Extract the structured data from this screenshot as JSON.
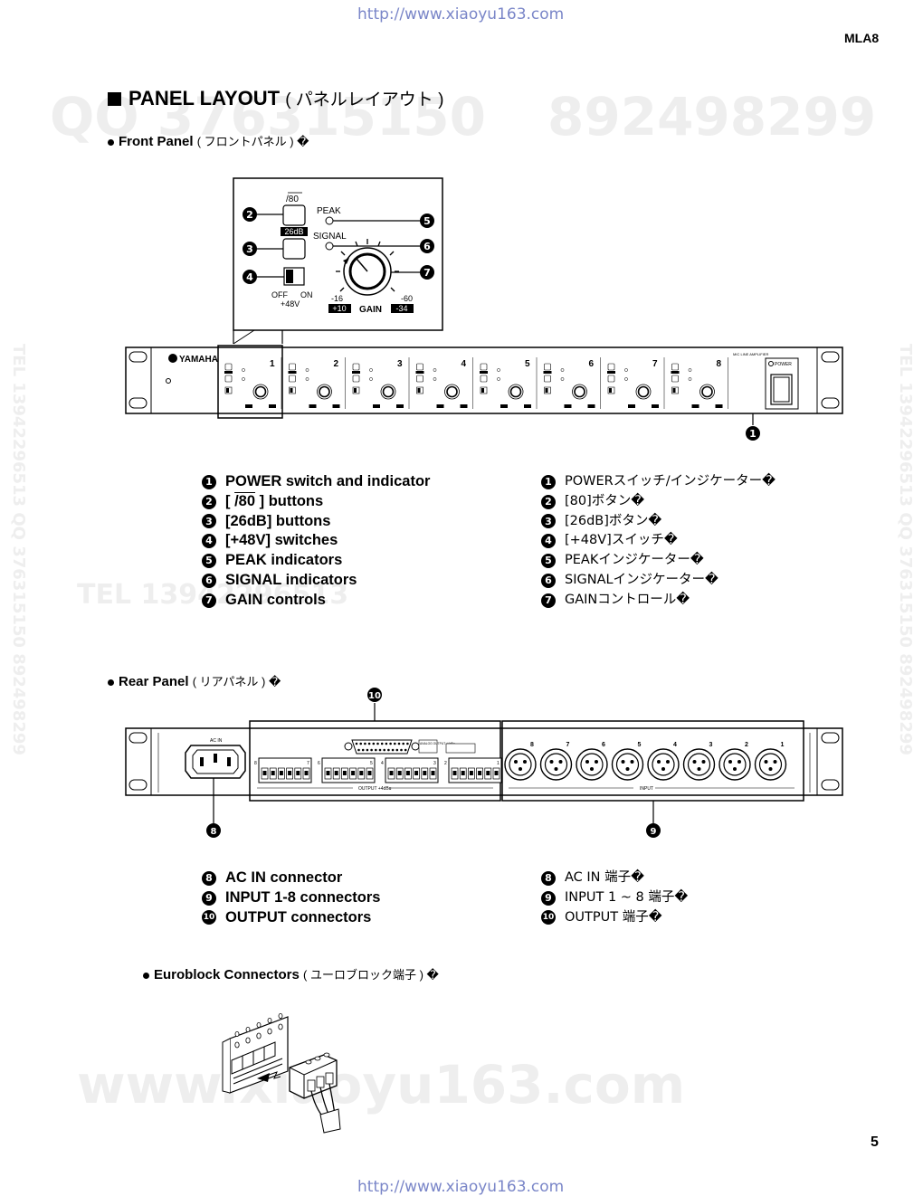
{
  "header": {
    "url": "http://www.xiaoyu163.com",
    "model": "MLA8"
  },
  "footer": {
    "url": "http://www.xiaoyu163.com",
    "page": "5"
  },
  "title": {
    "en": "PANEL LAYOUT",
    "jp": "( パネルレイアウト )"
  },
  "front_panel": {
    "heading": "Front Panel",
    "heading_jp": "( フロントパネル ) �",
    "detail": {
      "slash80": "/80",
      "db26": "26dB",
      "peak": "PEAK",
      "signal": "SIGNAL",
      "off": "OFF",
      "on": "ON",
      "v48": "+48V",
      "m16": "-16",
      "m60": "-60",
      "p10": "+10",
      "gain": "GAIN",
      "m34": "-34"
    },
    "device": {
      "brand": "YAMAHA",
      "channels": [
        "1",
        "2",
        "3",
        "4",
        "5",
        "6",
        "7",
        "8"
      ],
      "model_label": "MIC LINE AMPLIFIER",
      "power": "POWER"
    },
    "callouts": {
      "power": "1",
      "btn80": "2",
      "btn26": "3",
      "sw48": "4",
      "peak": "5",
      "signal": "6",
      "gain": "7"
    }
  },
  "front_list": [
    {
      "num": "1",
      "en": "POWER switch and indicator",
      "jp": "POWERスイッチ/インジケーター�"
    },
    {
      "num": "2",
      "en_pre": "[ ",
      "en_over": "/80",
      "en_post": " ] buttons",
      "jp": "[80]ボタン�"
    },
    {
      "num": "3",
      "en": "[26dB] buttons",
      "jp": "[26dB]ボタン�"
    },
    {
      "num": "4",
      "en": "[+48V] switches",
      "jp": "[+48V]スイッチ�"
    },
    {
      "num": "5",
      "en": "PEAK indicators",
      "jp": "PEAKインジケーター�"
    },
    {
      "num": "6",
      "en": "SIGNAL indicators",
      "jp": "SIGNALインジケーター�"
    },
    {
      "num": "7",
      "en": "GAIN controls",
      "jp": "GAINコントロール�"
    }
  ],
  "rear_panel": {
    "heading": "Rear Panel",
    "heading_jp": "( リアパネル ) �",
    "ac_in": "AC IN",
    "output_label": "OUTPUT +4dBu",
    "input_label": "INPUT",
    "analog": "ANALOG OUTPUT +4dBu",
    "out_nums": [
      "8",
      "7",
      "6",
      "5",
      "4",
      "3",
      "2",
      "1"
    ],
    "xlr_nums": [
      "8",
      "7",
      "6",
      "5",
      "4",
      "3",
      "2",
      "1"
    ],
    "callouts": {
      "ac": "8",
      "input": "9",
      "output": "10"
    }
  },
  "rear_list": [
    {
      "num": "8",
      "en": "AC IN connector",
      "jp": "AC IN 端子�"
    },
    {
      "num": "9",
      "en": "INPUT 1-8 connectors",
      "jp": "INPUT 1 ~ 8 端子�"
    },
    {
      "num": "10",
      "en": "OUTPUT connectors",
      "jp": "OUTPUT 端子�"
    }
  ],
  "euroblock": {
    "heading": "Euroblock Connectors",
    "heading_jp": "( ユーロブロック端子 ) �"
  },
  "watermarks": {
    "qq": "QQ 376315150",
    "qq2": "892498299",
    "tel": "TEL 13942296513",
    "www": "www.xiaoyu163.com",
    "side": "TEL 13942296513  QQ 376315150  892498299"
  }
}
